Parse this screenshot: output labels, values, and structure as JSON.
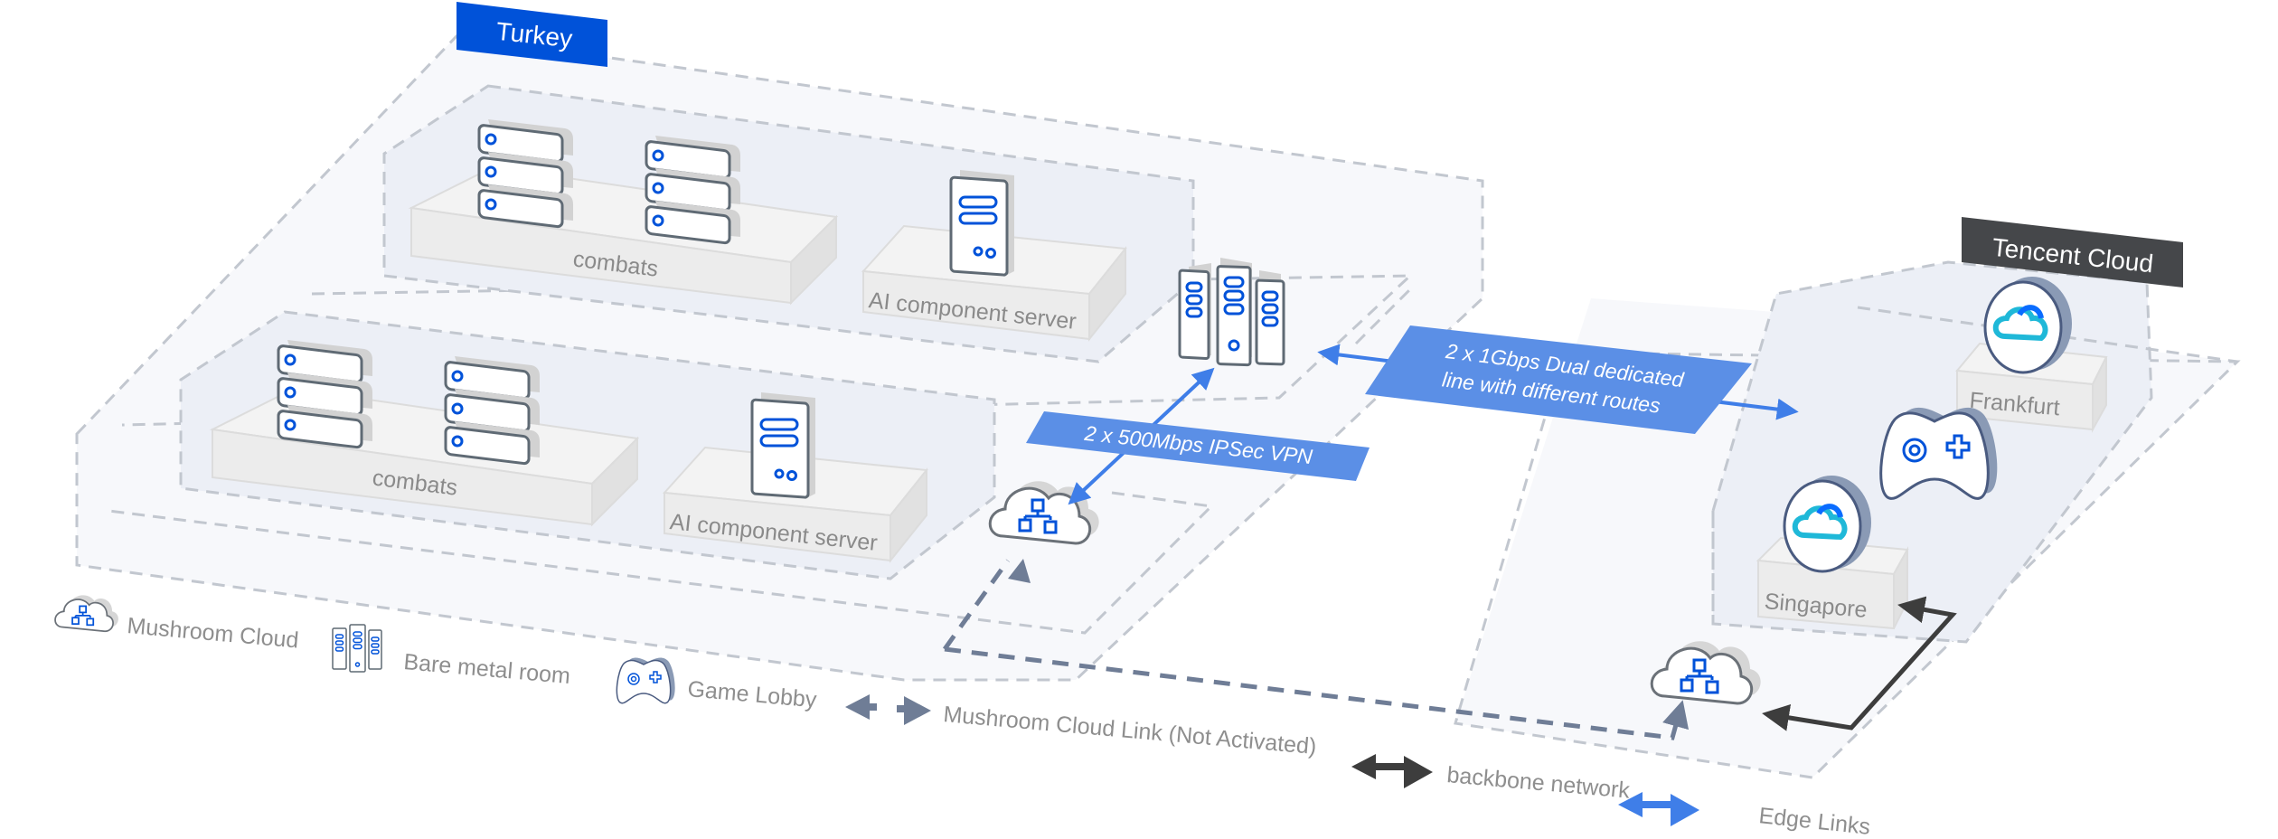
{
  "regions": {
    "turkey": {
      "label": "Turkey",
      "color": "#0052d9"
    },
    "tencent": {
      "label": "Tencent Cloud",
      "color": "#45474a"
    }
  },
  "turkey_rooms": [
    {
      "cluster_label": "combats",
      "ai_label": "AI component server"
    },
    {
      "cluster_label": "combats",
      "ai_label": "AI component server"
    }
  ],
  "tencent_nodes": {
    "frankfurt": "Frankfurt",
    "singapore": "Singapore"
  },
  "links": {
    "dedicated_line": "2 x 1Gbps Dual dedicated\nline with different routes",
    "dedicated_line_1": "2 x 1Gbps Dual dedicated",
    "dedicated_line_2": "line with different routes",
    "ipsec_vpn": "2 x 500Mbps IPSec VPN"
  },
  "colors": {
    "edge_link": "#3f7ee8",
    "backbone": "#3d3d3d",
    "mushroom_link": "#6f7d96",
    "band": "#5b8fe6"
  },
  "legend": [
    {
      "icon": "mushroom-cloud-icon",
      "label": "Mushroom Cloud"
    },
    {
      "icon": "bare-metal-room-icon",
      "label": "Bare metal room"
    },
    {
      "icon": "game-lobby-icon",
      "label": "Game Lobby"
    },
    {
      "icon": "dashed-arrow-icon",
      "label": "Mushroom Cloud Link (Not Activated)"
    },
    {
      "icon": "backbone-arrow-icon",
      "label": "backbone network"
    },
    {
      "icon": "edge-arrow-icon",
      "label": "Edge Links"
    }
  ]
}
